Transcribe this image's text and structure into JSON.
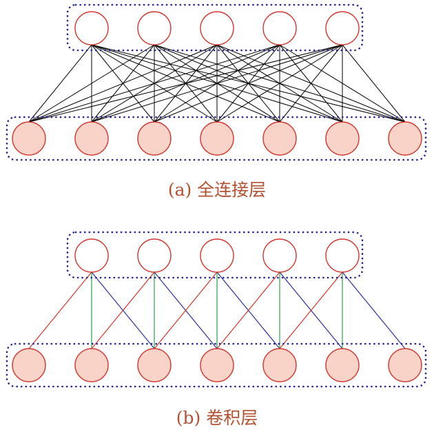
{
  "colors": {
    "node_stroke": "#d2342b",
    "input_fill": "#f9d3c8",
    "output_fill": "#ffffff",
    "group_border": "#22228a",
    "dense_edge": "#000000",
    "conv_left_edge": "#d2342b",
    "conv_center_edge": "#2e9e4e",
    "conv_right_edge": "#2a2f9e",
    "caption_text": "#b3502f"
  },
  "panels": [
    {
      "id": "fully-connected",
      "caption": "(a) 全连接层",
      "output_neurons": 5,
      "input_neurons": 7,
      "connectivity": "dense"
    },
    {
      "id": "convolutional",
      "caption": "(b) 卷积层",
      "output_neurons": 5,
      "input_neurons": 7,
      "connectivity": "local",
      "kernel_size": 3
    }
  ]
}
